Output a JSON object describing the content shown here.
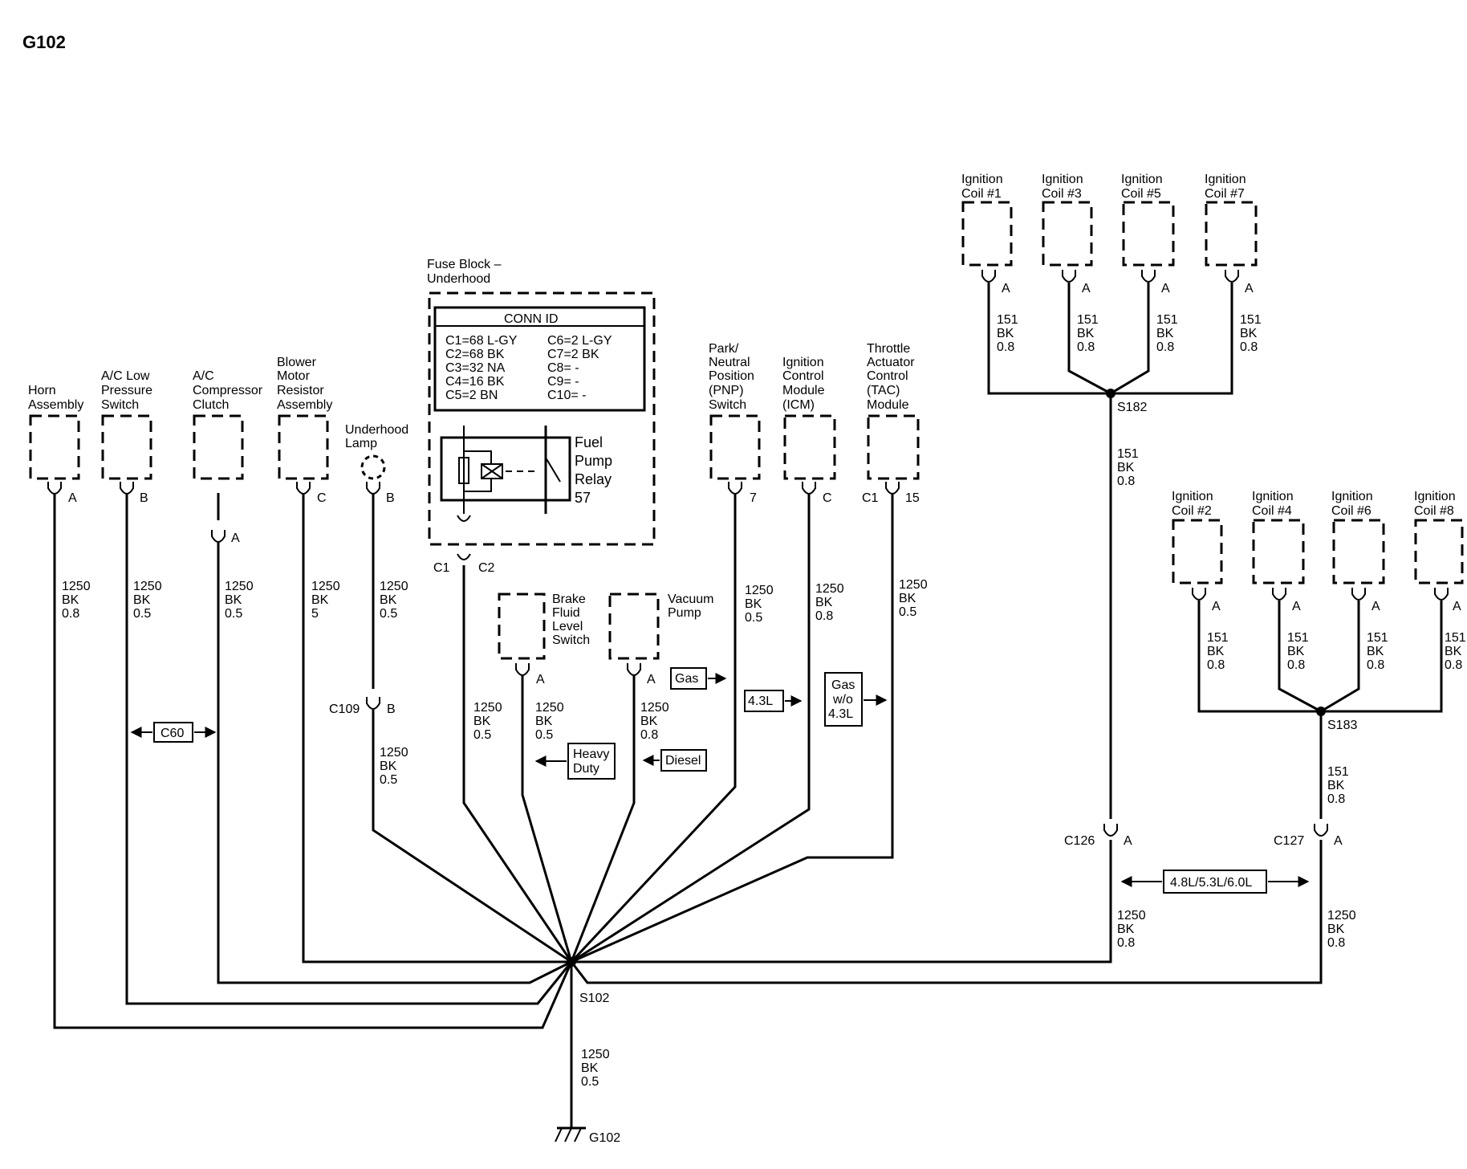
{
  "title": "G102",
  "fuse_block": {
    "name_l1": "Fuse Block –",
    "name_l2": "Underhood",
    "conn_id_header": "CONN ID",
    "conn_left": [
      "C1=68 L-GY",
      "C2=68 BK",
      "C3=32 NA",
      "C4=16 BK",
      "C5=2 BN"
    ],
    "conn_right": [
      "C6=2 L-GY",
      "C7=2 BK",
      "C8= -",
      "C9= -",
      "C10= -"
    ],
    "relay_l1": "Fuel",
    "relay_l2": "Pump",
    "relay_l3": "Relay",
    "relay_num": "57",
    "c1": "C1",
    "c2": "C2"
  },
  "components": {
    "horn": [
      "Horn",
      "Assembly"
    ],
    "ac_low": [
      "A/C Low",
      "Pressure",
      "Switch"
    ],
    "ac_comp": [
      "A/C",
      "Compressor",
      "Clutch"
    ],
    "blower": [
      "Blower",
      "Motor",
      "Resistor",
      "Assembly"
    ],
    "lamp": [
      "Underhood",
      "Lamp"
    ],
    "brake": [
      "Brake",
      "Fluid",
      "Level",
      "Switch"
    ],
    "vacuum": [
      "Vacuum",
      "Pump"
    ],
    "pnp": [
      "Park/",
      "Neutral",
      "Position",
      "(PNP)",
      "Switch"
    ],
    "icm": [
      "Ignition",
      "Control",
      "Module",
      "(ICM)"
    ],
    "tac": [
      "Throttle",
      "Actuator",
      "Control",
      "(TAC)",
      "Module"
    ]
  },
  "coils_top": [
    {
      "l1": "Ignition",
      "l2": "Coil #1"
    },
    {
      "l1": "Ignition",
      "l2": "Coil #3"
    },
    {
      "l1": "Ignition",
      "l2": "Coil #5"
    },
    {
      "l1": "Ignition",
      "l2": "Coil #7"
    }
  ],
  "coils_bottom": [
    {
      "l1": "Ignition",
      "l2": "Coil #2"
    },
    {
      "l1": "Ignition",
      "l2": "Coil #4"
    },
    {
      "l1": "Ignition",
      "l2": "Coil #6"
    },
    {
      "l1": "Ignition",
      "l2": "Coil #8"
    }
  ],
  "pins": {
    "A": "A",
    "B": "B",
    "C": "C",
    "p7": "7",
    "p15": "15",
    "C1": "C1"
  },
  "wires": {
    "horn": [
      "1250",
      "BK",
      "0.8"
    ],
    "ac_low": [
      "1250",
      "BK",
      "0.5"
    ],
    "ac_comp": [
      "1250",
      "BK",
      "0.5"
    ],
    "blower": [
      "1250",
      "BK",
      "5"
    ],
    "lamp_upper": [
      "1250",
      "BK",
      "0.5"
    ],
    "lamp_lower": [
      "1250",
      "BK",
      "0.5"
    ],
    "fuse": [
      "1250",
      "BK",
      "0.5"
    ],
    "brake": [
      "1250",
      "BK",
      "0.5"
    ],
    "vacuum": [
      "1250",
      "BK",
      "0.8"
    ],
    "pnp": [
      "1250",
      "BK",
      "0.5"
    ],
    "icm": [
      "1250",
      "BK",
      "0.8"
    ],
    "tac": [
      "1250",
      "BK",
      "0.5"
    ],
    "coil": [
      "151",
      "BK",
      "0.8"
    ],
    "s182_down": [
      "151",
      "BK",
      "0.8"
    ],
    "s183_down": [
      "151",
      "BK",
      "0.8"
    ],
    "c126_down": [
      "1250",
      "BK",
      "0.8"
    ],
    "c127_down": [
      "1250",
      "BK",
      "0.8"
    ],
    "ground": [
      "1250",
      "BK",
      "0.5"
    ]
  },
  "splices": {
    "s102": "S102",
    "s182": "S182",
    "s183": "S183"
  },
  "connectors": {
    "c109": "C109",
    "c126": "C126",
    "c127": "C127",
    "c60": "C60"
  },
  "options": {
    "gas": "Gas",
    "l43": "4.3L",
    "gas_wo": [
      "Gas",
      "w/o",
      "4.3L"
    ],
    "heavy": [
      "Heavy",
      "Duty"
    ],
    "diesel": "Diesel",
    "engines": "4.8L/5.3L/6.0L"
  },
  "ground": "G102"
}
